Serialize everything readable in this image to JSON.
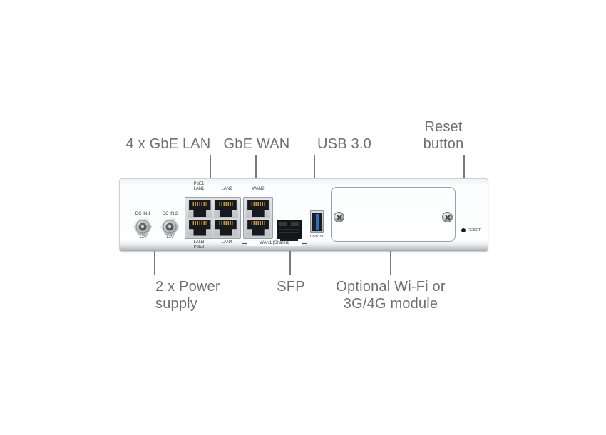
{
  "colors": {
    "callout_text": "#6e6f72",
    "leader_line": "#797a7d",
    "panel_border": "#ccd1d5",
    "panel_face": "#fdfefe",
    "port_label_text": "#3b3d3f",
    "usb_blue": "#2e6fc2",
    "pin_gold": "#c09139",
    "port_black": "#17191c"
  },
  "callouts": {
    "top": [
      {
        "id": "lan",
        "label": "4 x GbE LAN"
      },
      {
        "id": "wan",
        "label": "GbE WAN"
      },
      {
        "id": "usb",
        "label": "USB 3.0"
      },
      {
        "id": "reset",
        "line1": "Reset",
        "line2": "button"
      }
    ],
    "bottom": [
      {
        "id": "power",
        "line1": "2 x Power",
        "line2": "supply"
      },
      {
        "id": "sfp",
        "label": "SFP"
      },
      {
        "id": "module",
        "line1": "Optional Wi-Fi or",
        "line2": "3G/4G module"
      }
    ]
  },
  "device": {
    "dc": [
      {
        "top": "DC IN 1",
        "bottom": "12V"
      },
      {
        "top": "DC IN 2",
        "bottom": "12V"
      }
    ],
    "lan_labels": {
      "poe1": "PoE1",
      "lan1": "LAN1",
      "lan2": "LAN2",
      "lan3": "LAN3",
      "poe2": "PoE2",
      "lan4": "LAN4"
    },
    "wan_labels": {
      "wan2": "WAN2",
      "wan1_shared": "WAN1 [Shared]"
    },
    "usb_label": "USB 3.0",
    "reset_label": "RESET"
  }
}
